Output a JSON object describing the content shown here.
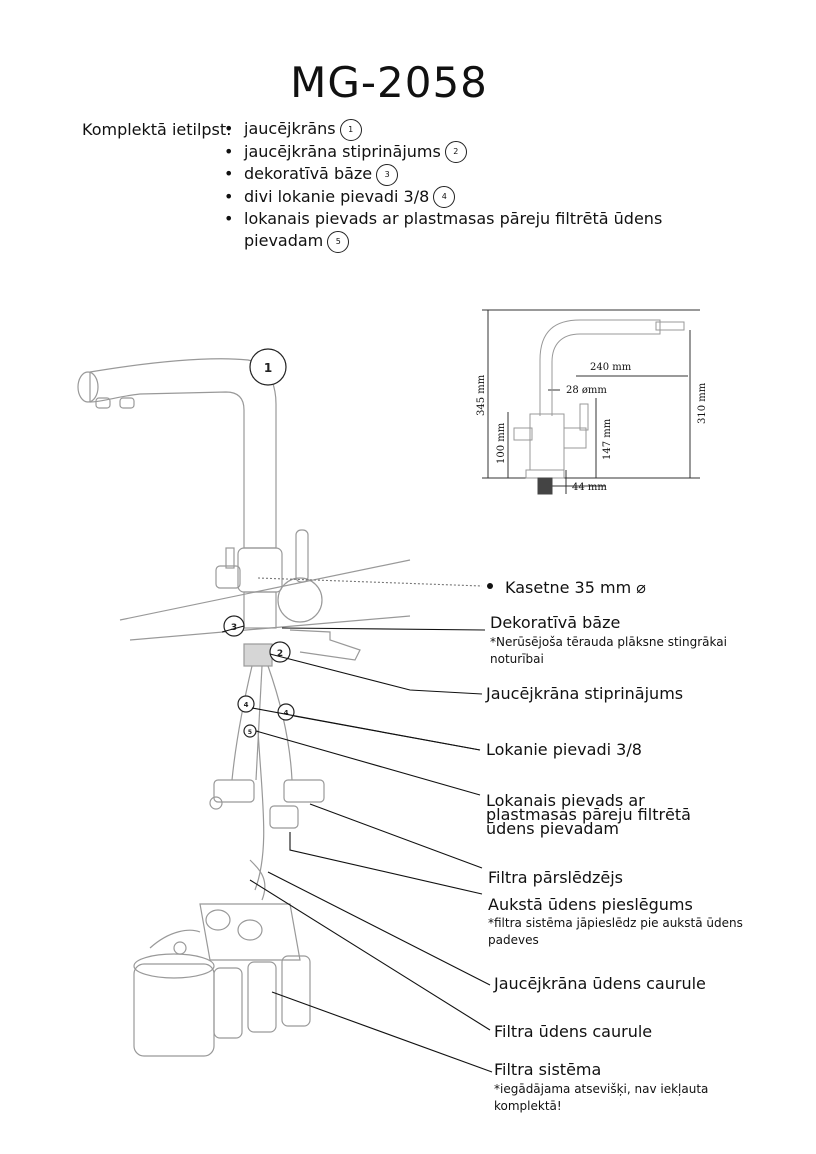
{
  "title": "MG-2058",
  "kit": {
    "intro": "Komplektā ietilpst:",
    "items": [
      {
        "text": "jaucējkrāns",
        "num": "1"
      },
      {
        "text": "jaucējkrāna stiprinājums",
        "num": "2"
      },
      {
        "text": "dekoratīvā bāze",
        "num": "3"
      },
      {
        "text": "divi lokanie pievadi  3/8",
        "num": "4"
      },
      {
        "text": "lokanais pievads ar plastmasas pāreju filtrētā ūdens pievadam",
        "num": "5"
      }
    ]
  },
  "dimensions": {
    "d240": "240 mm",
    "d28": "28 ømm",
    "d345": "345 mm",
    "d310": "310 mm",
    "d100": "100 mm",
    "d147": "147 mm",
    "d44": "44 mm"
  },
  "callouts": {
    "c1": "1",
    "c2": "2",
    "c3": "3",
    "c4a": "4",
    "c4b": "4",
    "c5": "5"
  },
  "labels": {
    "kasetne": "Kasetne 35 mm ⌀",
    "base": "Dekoratīvā bāze",
    "base_note": "*Nerūsējoša tērauda plāksne stingrākai noturībai",
    "mount": "Jaucējkrāna stiprinājums",
    "hoses": "Lokanie pievadi 3/8",
    "filtered_hose": "Lokanais pievads ar plastmasas pāreju filtrētā ūdens pievadam",
    "switch": "Filtra pārslēdzējs",
    "cold": "Aukstā ūdens pieslēgums",
    "cold_note": "*filtra sistēma jāpieslēdz pie aukstā ūdens padeves",
    "mixer_pipe": "Jaucējkrāna ūdens caurule",
    "filter_pipe": "Filtra ūdens caurule",
    "system": "Filtra sistēma",
    "system_note": "*iegādājama atsevišķi, nav iekļauta komplektā!"
  }
}
